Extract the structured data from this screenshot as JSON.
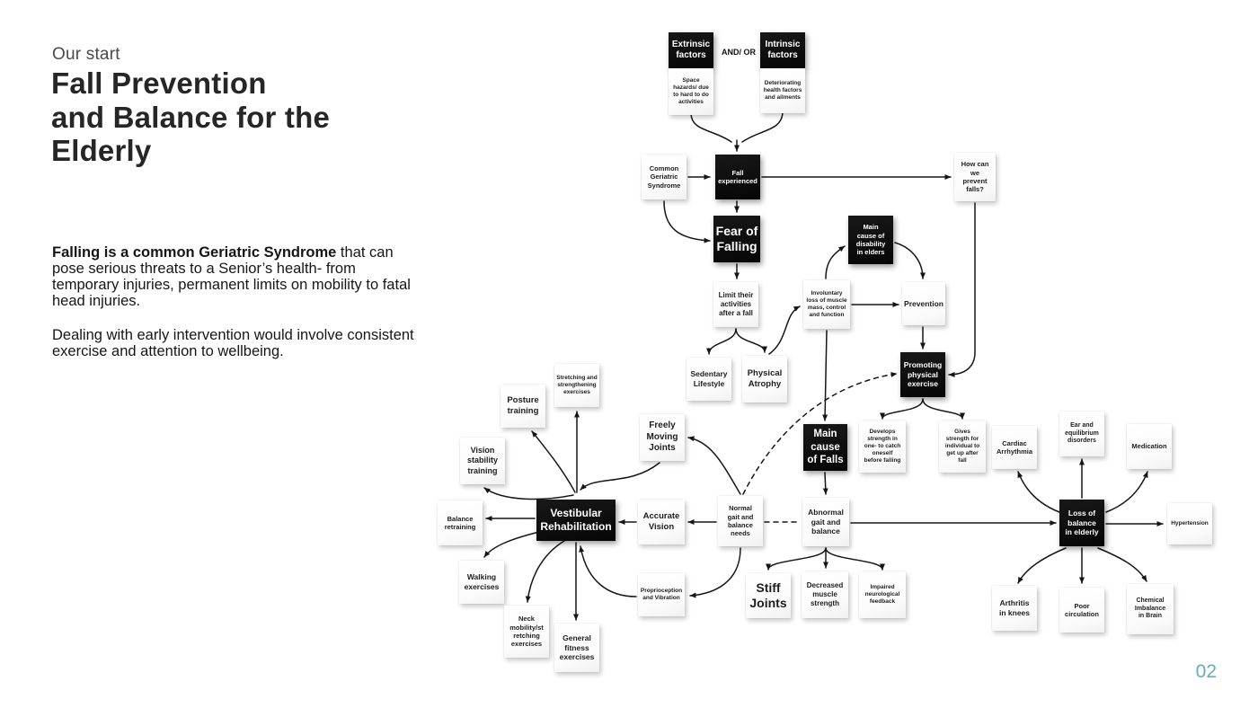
{
  "page": {
    "kicker": "Our start",
    "title": "Fall Prevention\nand Balance for the\nElderly",
    "page_number": "02",
    "accent_color": "#68ACB7"
  },
  "intro": {
    "lead_bold": "Falling is a common Geriatric Syndrome",
    "lead_rest": " that can pose serious threats to a Senior’s health- from temporary injuries, permanent limits on mobility to fatal head injuries.",
    "paragraph2": "Dealing with early intervention would involve consistent exercise and attention to wellbeing."
  },
  "flowchart": {
    "connector_label": "AND/ OR",
    "nodes": {
      "extrinsic": "Extrinsic\nfactors",
      "intrinsic": "Intrinsic\nfactors",
      "space_hazards": "Space\nhazards/ due\nto hard to do\nactivities",
      "deteriorating": "Deteriorating\nhealth factors\nand ailments",
      "common_geriatric": "Common\nGeriatric\nSyndrome",
      "fall_experienced": "Fall\nexperienced",
      "how_prevent": "How can\nwe\nprevent\nfalls?",
      "fear_falling": "Fear of\nFalling",
      "main_disability": "Main\ncause of\ndisability\nin elders",
      "limit_activities": "Limit their\nactivities\nafter a fall",
      "involuntary_loss": "Involuntary\nloss of muscle\nmass, control\nand function",
      "prevention": "Prevention",
      "promoting_exercise": "Promoting\nphysical\nexercise",
      "sedentary": "Sedentary\nLifestyle",
      "atrophy": "Physical\nAtrophy",
      "main_cause_falls": "Main\ncause\nof Falls",
      "develops_strength": "Develops\nstrength in\none- to catch\noneself\nbefore falling",
      "gives_strength": "Gives\nstrength for\nindividual to\nget up after\nfall",
      "cardiac": "Cardiac\nArrhythmia",
      "ear_equilibrium": "Ear and\nequilibrium\ndisorders",
      "medication": "Medication",
      "stretching": "Stretching and\nstrengthening\nexercises",
      "posture": "Posture\ntraining",
      "vision_stability": "Vision\nstability\ntraining",
      "freely_moving": "Freely\nMoving\nJoints",
      "balance_retraining": "Balance\nretraining",
      "vestibular": "Vestibular\nRehabilitation",
      "accurate_vision": "Accurate\nVision",
      "normal_gait": "Normal\ngait and\nbalance\nneeds",
      "abnormal_gait": "Abnormal\ngait and\nbalance",
      "loss_balance": "Loss of\nbalance\nin elderly",
      "hypertension": "Hypertension",
      "walking": "Walking\nexercises",
      "proprioception": "Proprioception\nand Vibration",
      "stiff_joints": "Stiff\nJoints",
      "decreased_muscle": "Decreased\nmuscle\nstrength",
      "impaired_neuro": "Impaired\nneurological\nfeedback",
      "neck_mobility": "Neck\nmobility/st\nretching\nexercises",
      "general_fitness": "General\nfitness\nexercises",
      "arthritis": "Arthritis\nin knees",
      "poor_circulation": "Poor\ncirculation",
      "chemical_imbalance": "Chemical\nImbalance\nin Brain"
    }
  }
}
